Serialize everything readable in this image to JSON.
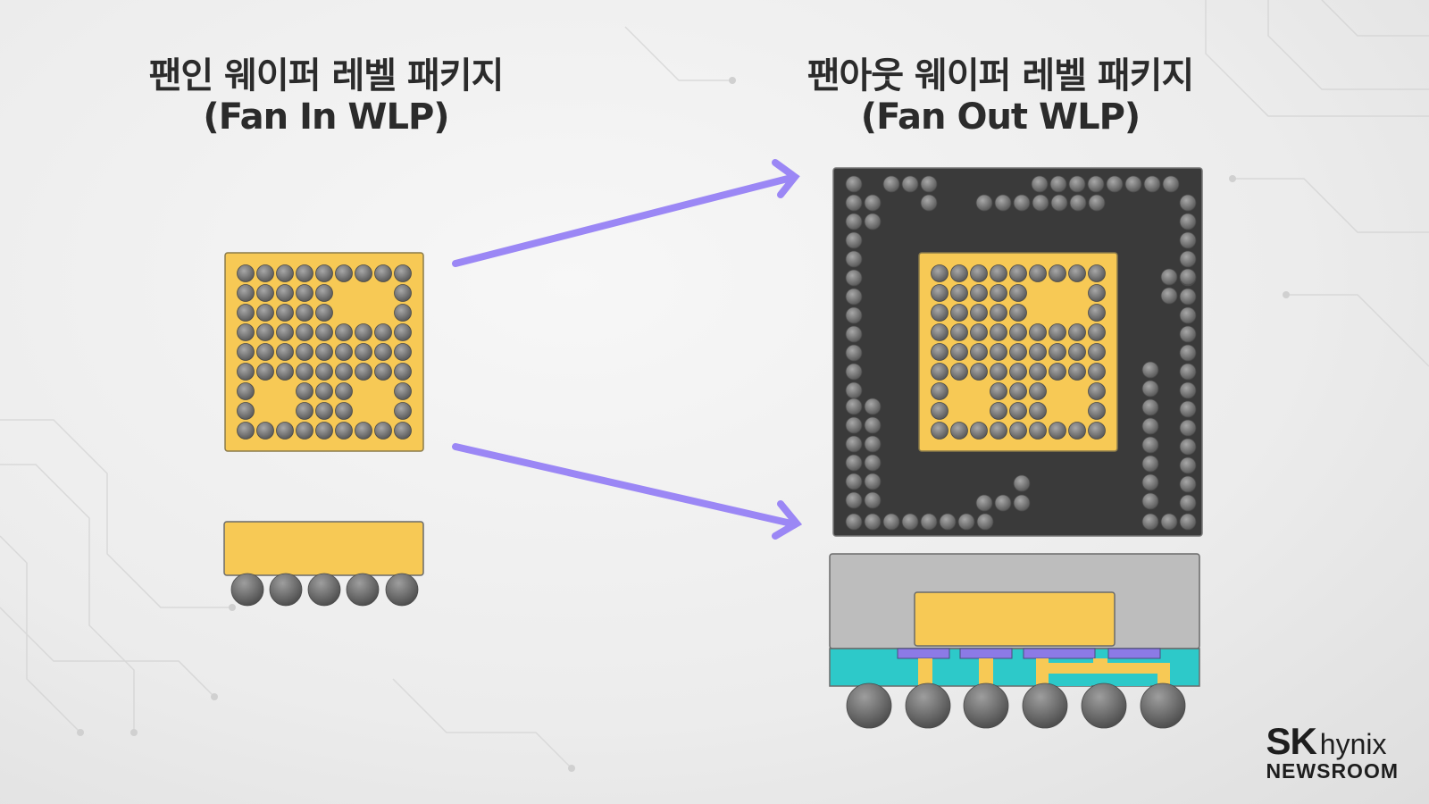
{
  "titles": {
    "fan_in": {
      "line1": "팬인 웨이퍼 레벨 패키지",
      "line2": "(Fan In WLP)"
    },
    "fan_out": {
      "line1": "팬아웃 웨이퍼 레벨 패키지",
      "line2": "(Fan Out WLP)"
    }
  },
  "logo": {
    "brand": "SK",
    "product": "hynix",
    "sub": "NEWSROOM"
  },
  "colors": {
    "die": "#f7c955",
    "mold_top": "#3a3a3a",
    "mold_side": "#bdbdbd",
    "rdl": "#2dc9c9",
    "pad": "#8c7ae6",
    "arrow": "#9b87f5",
    "ball": "#7a7a7a"
  },
  "icons": [
    "arrow-right-icon",
    "solder-ball-icon"
  ]
}
